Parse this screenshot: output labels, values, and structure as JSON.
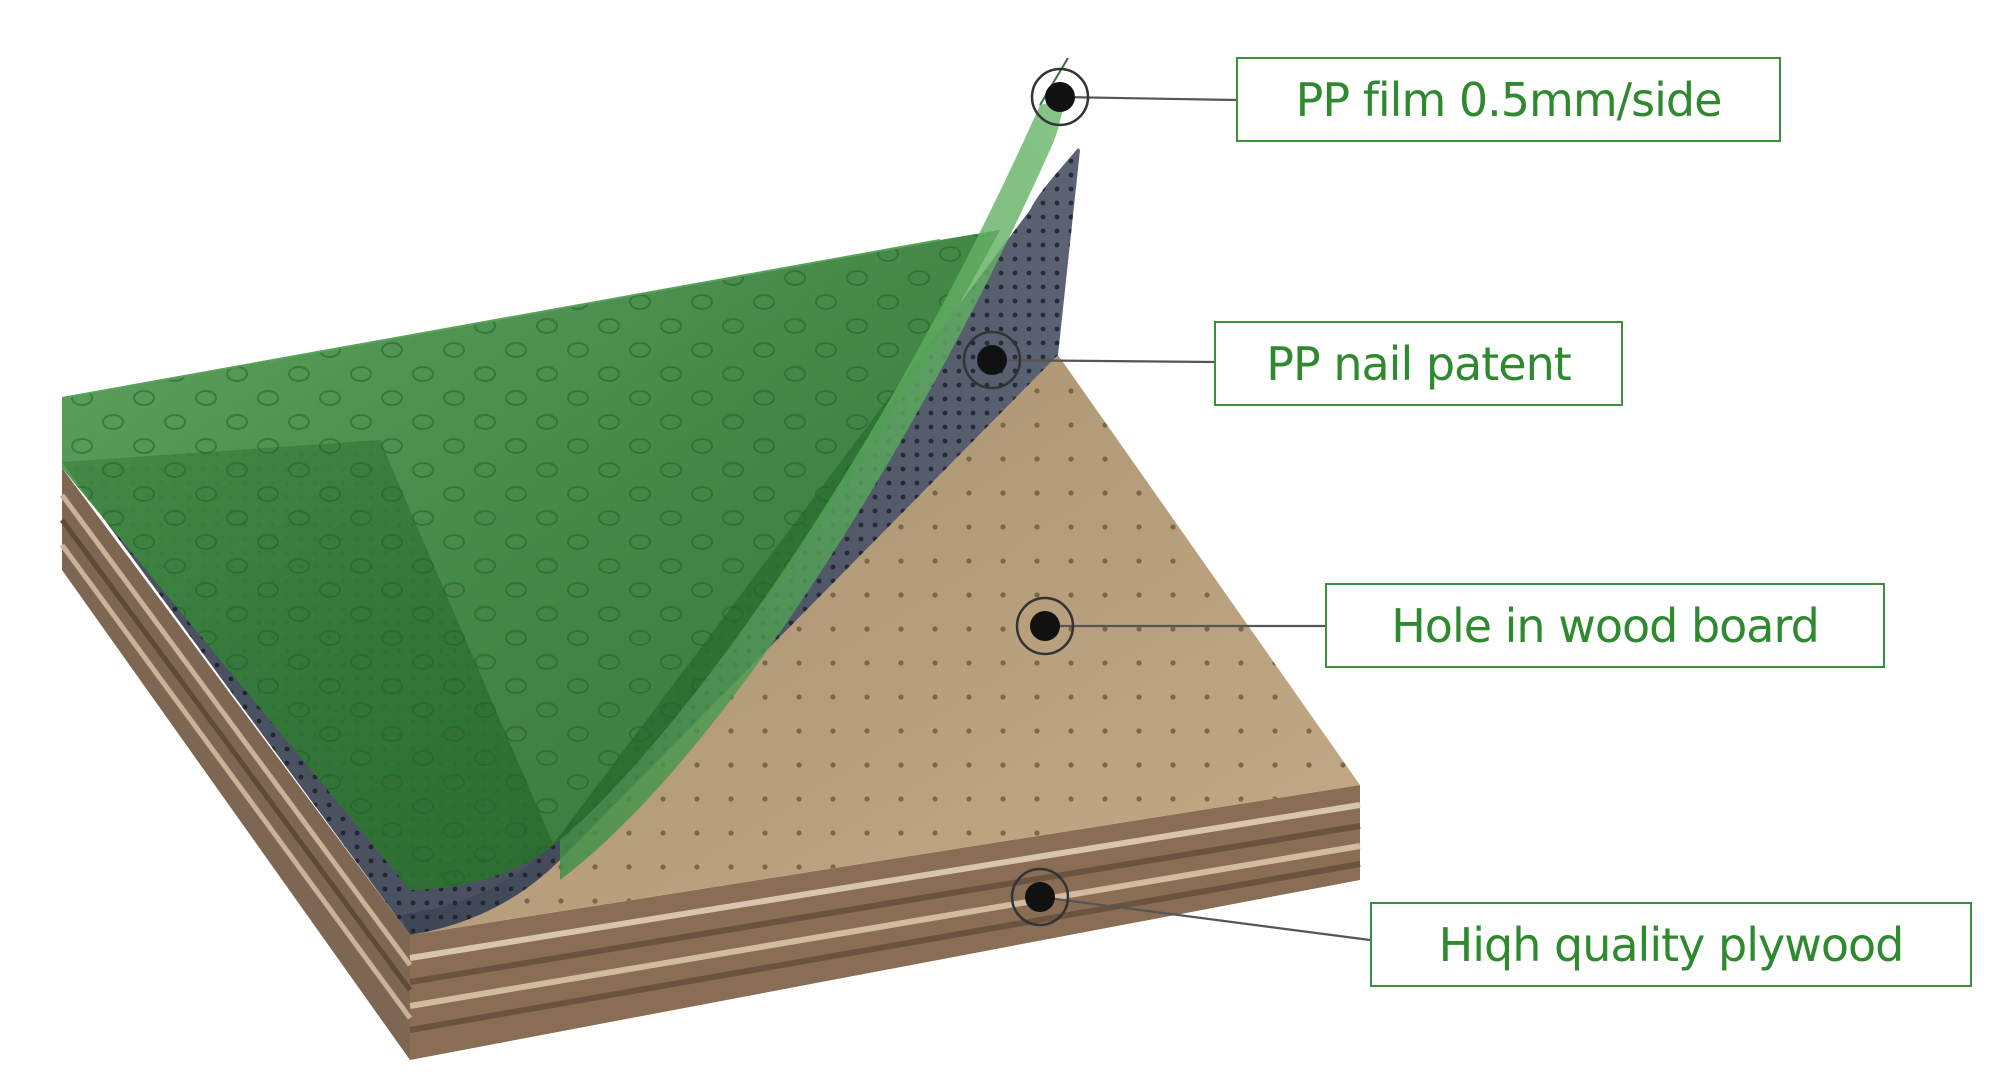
{
  "colors": {
    "accent_green": "#3a8f3a",
    "label_text": "#2f8a2f",
    "film_green": "#2f7a33",
    "nail_sheet": "#4e5666",
    "wood_top": "#b59b78",
    "plywood_edge": "#8a6d55"
  },
  "callouts": {
    "film": {
      "label": "PP film 0.5mm/side"
    },
    "nail": {
      "label": "PP nail patent"
    },
    "hole": {
      "label": "Hole in wood board"
    },
    "plywood": {
      "label": "Hiqh quality plywood"
    }
  }
}
